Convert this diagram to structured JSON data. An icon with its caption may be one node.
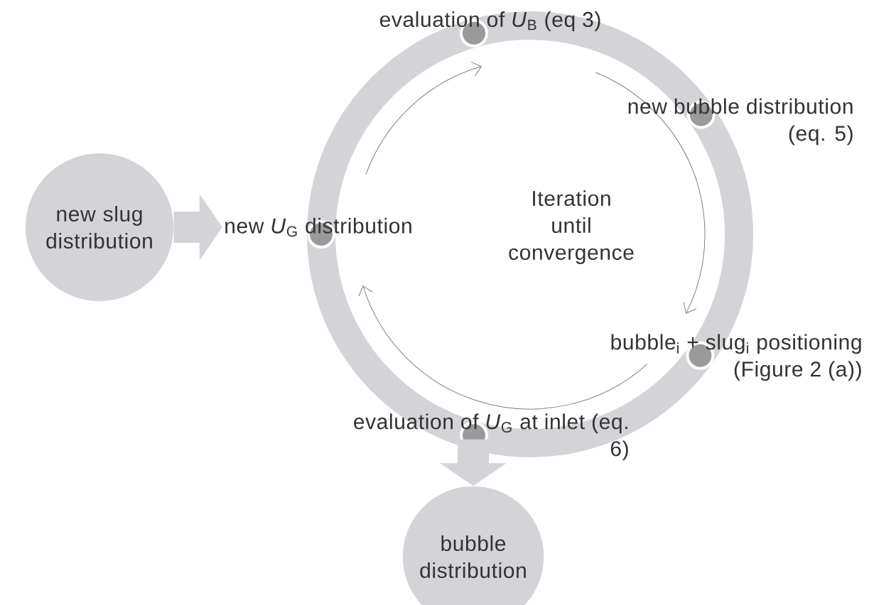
{
  "diagram": {
    "nodes": [
      {
        "text": [
          "new slug distribution"
        ]
      },
      {
        "text": [
          "new *U*$_{G}$ distribution"
        ]
      },
      {
        "text": [
          "evaluation of *U*$_{B}$ (eq 3)"
        ]
      },
      {
        "text": [
          "new bubble distribution (eq. 5)"
        ]
      },
      {
        "text": [
          "bubble$_{i}$ + slug$_{i}$ positioning (Figure 2 (a))"
        ]
      },
      {
        "text": [
          "evaluation of *U*$_{G}$ at inlet (eq. 6)"
        ]
      },
      {
        "text": [
          "bubble distribution"
        ]
      }
    ],
    "edges": [
      {
        "from": 0,
        "to": 1,
        "arrow": "to"
      },
      {
        "from": 5,
        "to": 6,
        "arrow": "to"
      }
    ],
    "labels": [
      "Iteration until convergence"
    ]
  }
}
